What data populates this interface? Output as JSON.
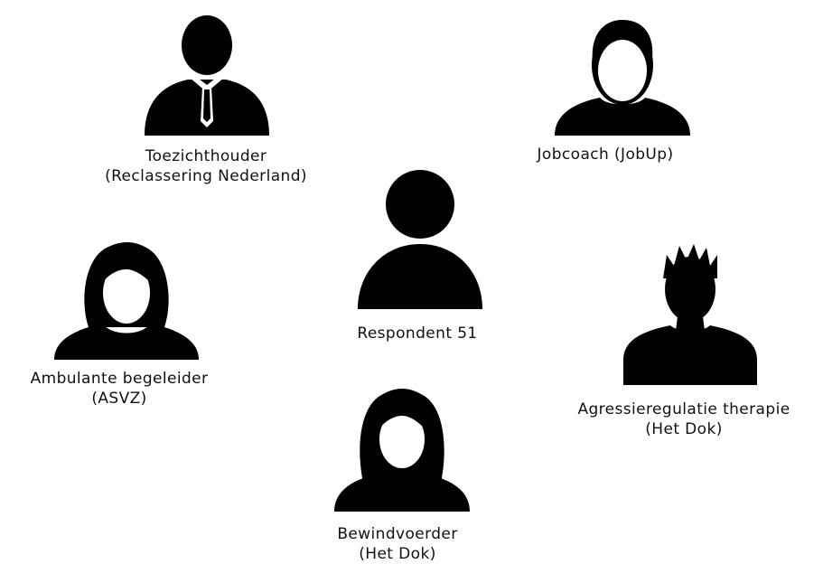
{
  "people": {
    "toezichthouder": {
      "line1": "Toezichthouder",
      "line2": "(Reclassering Nederland)",
      "icon": "man-suit-tie-icon"
    },
    "jobcoach": {
      "line1": "Jobcoach (JobUp)",
      "icon": "man-short-hair-icon"
    },
    "respondent": {
      "line1": "Respondent 51",
      "icon": "person-generic-icon"
    },
    "ambulant": {
      "line1": "Ambulante begeleider",
      "line2": "(ASVZ)",
      "icon": "woman-bob-hair-icon"
    },
    "agressie": {
      "line1": "Agressieregulatie therapie",
      "line2": "(Het Dok)",
      "icon": "man-spiky-hair-icon"
    },
    "bewindvoerder": {
      "line1": "Bewindvoerder",
      "line2": "(Het Dok)",
      "icon": "woman-long-hair-icon"
    }
  },
  "colors": {
    "icon": "#000000",
    "text": "#111111",
    "background": "#ffffff"
  }
}
